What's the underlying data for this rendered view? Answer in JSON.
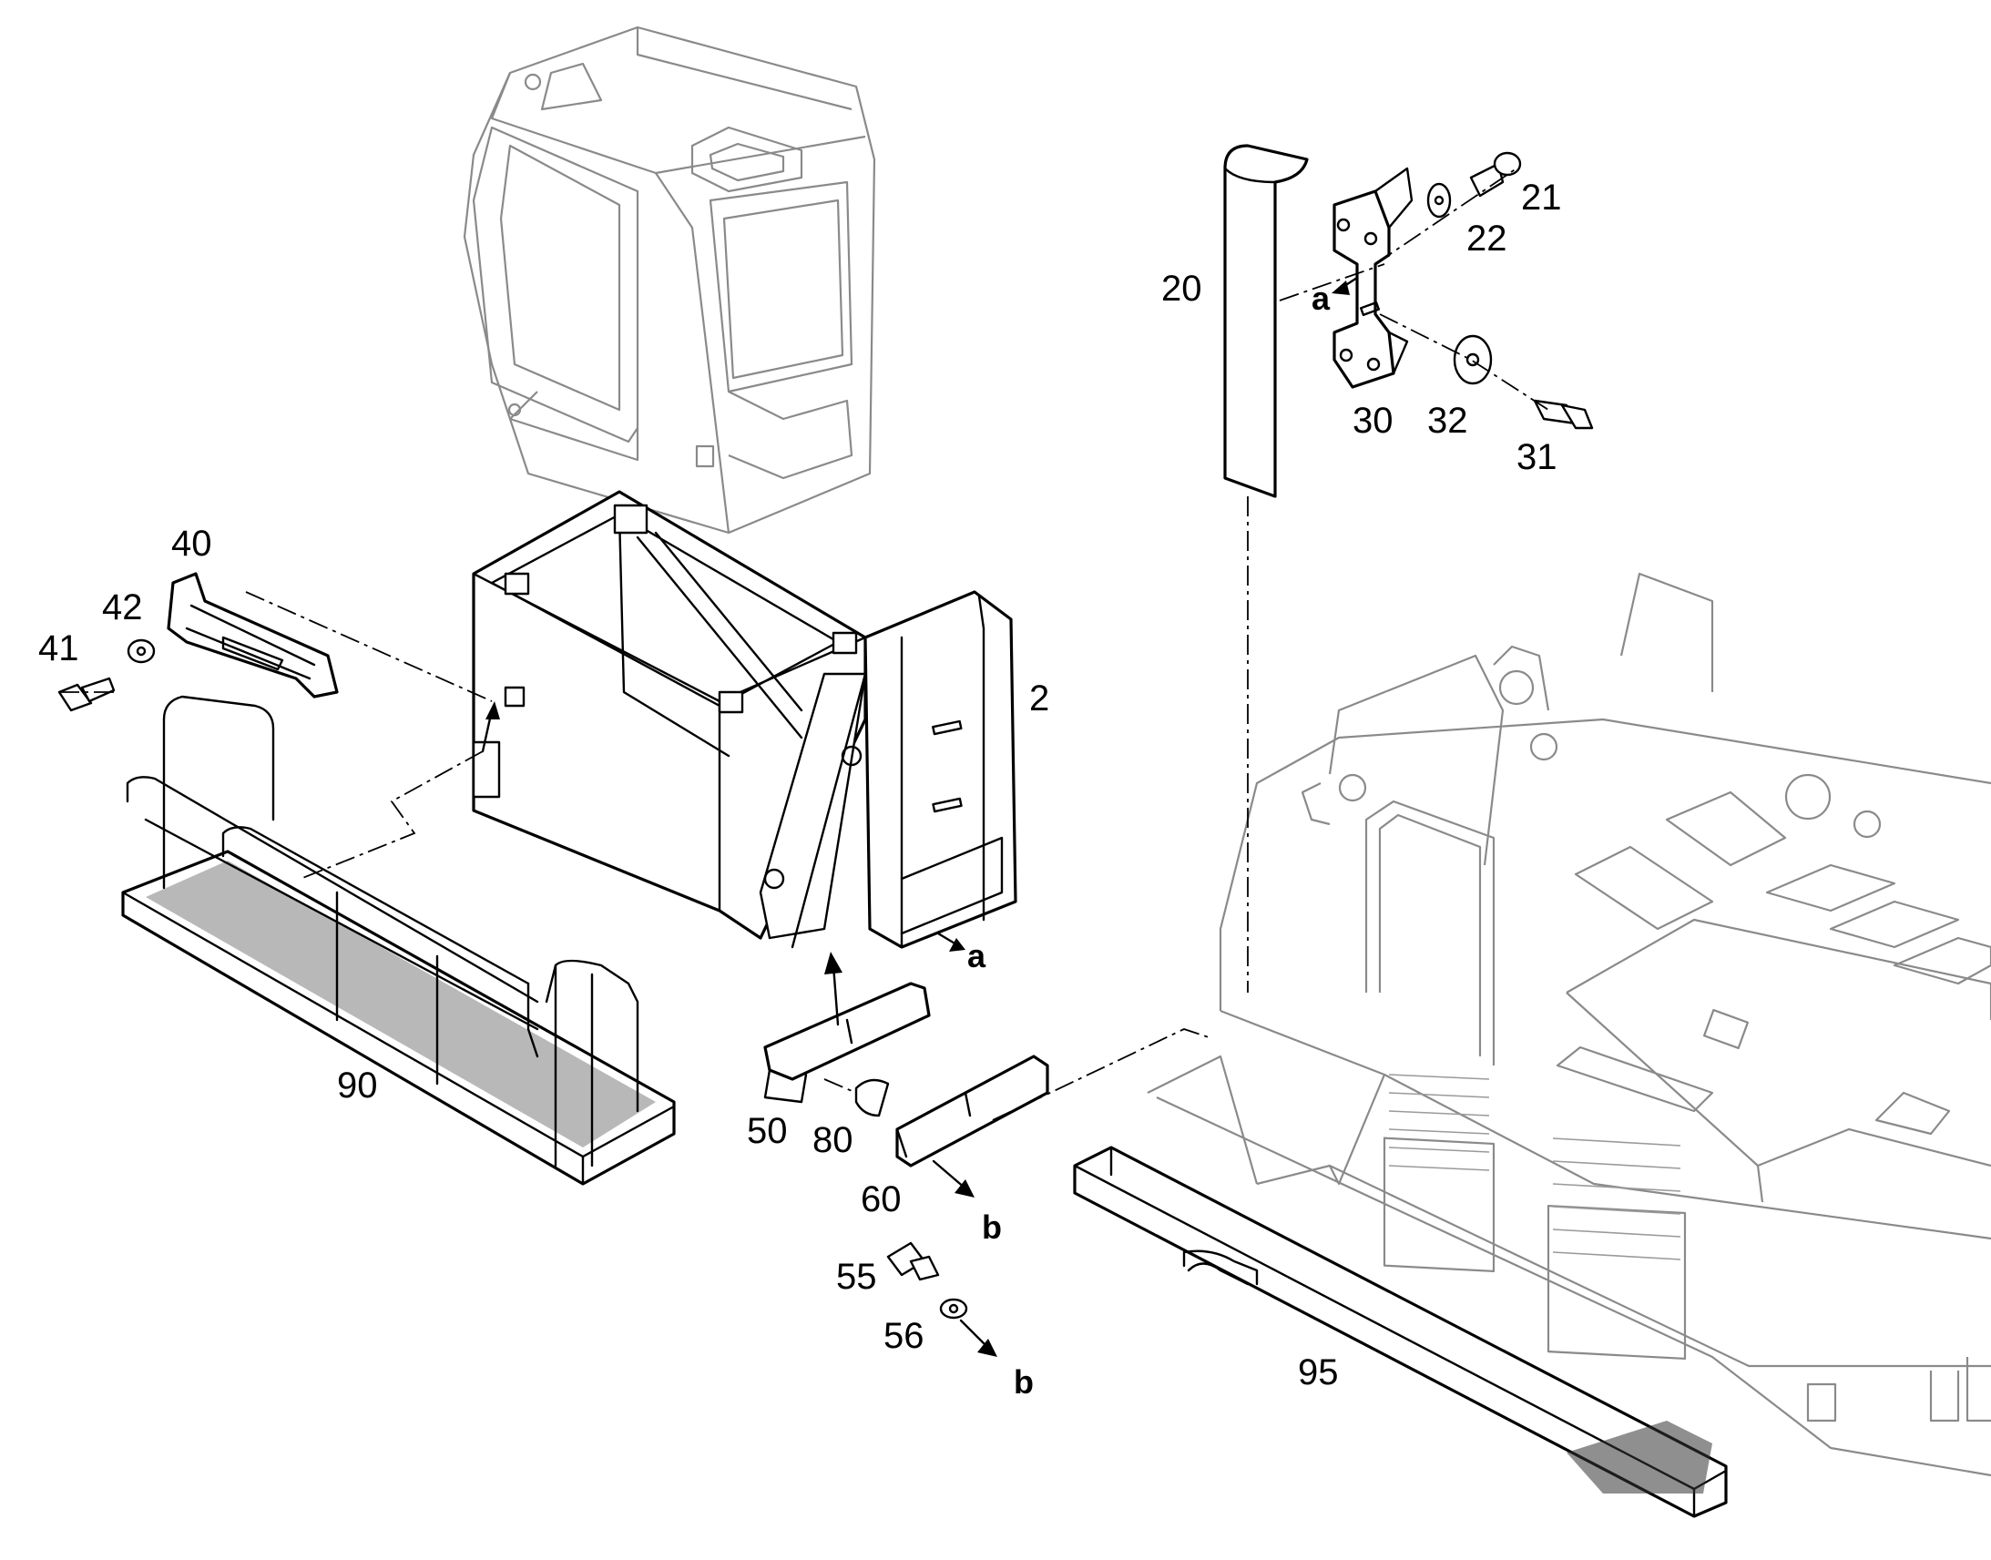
{
  "diagram": {
    "callouts": [
      {
        "id": "2",
        "text": "2"
      },
      {
        "id": "20",
        "text": "20"
      },
      {
        "id": "21",
        "text": "21"
      },
      {
        "id": "22",
        "text": "22"
      },
      {
        "id": "30",
        "text": "30"
      },
      {
        "id": "31",
        "text": "31"
      },
      {
        "id": "32",
        "text": "32"
      },
      {
        "id": "40",
        "text": "40"
      },
      {
        "id": "41",
        "text": "41"
      },
      {
        "id": "42",
        "text": "42"
      },
      {
        "id": "50",
        "text": "50"
      },
      {
        "id": "55",
        "text": "55"
      },
      {
        "id": "56",
        "text": "56"
      },
      {
        "id": "60",
        "text": "60"
      },
      {
        "id": "80",
        "text": "80"
      },
      {
        "id": "90",
        "text": "90"
      },
      {
        "id": "95",
        "text": "95"
      }
    ],
    "reference_marks": [
      "a",
      "b"
    ],
    "components": [
      "cab",
      "cab-riser-frame",
      "upper-carriage",
      "step-board",
      "platform-railing",
      "handle-bracket",
      "mounting-bracket",
      "rubber-buffer",
      "trim-strip",
      "bolts-and-washers"
    ]
  }
}
